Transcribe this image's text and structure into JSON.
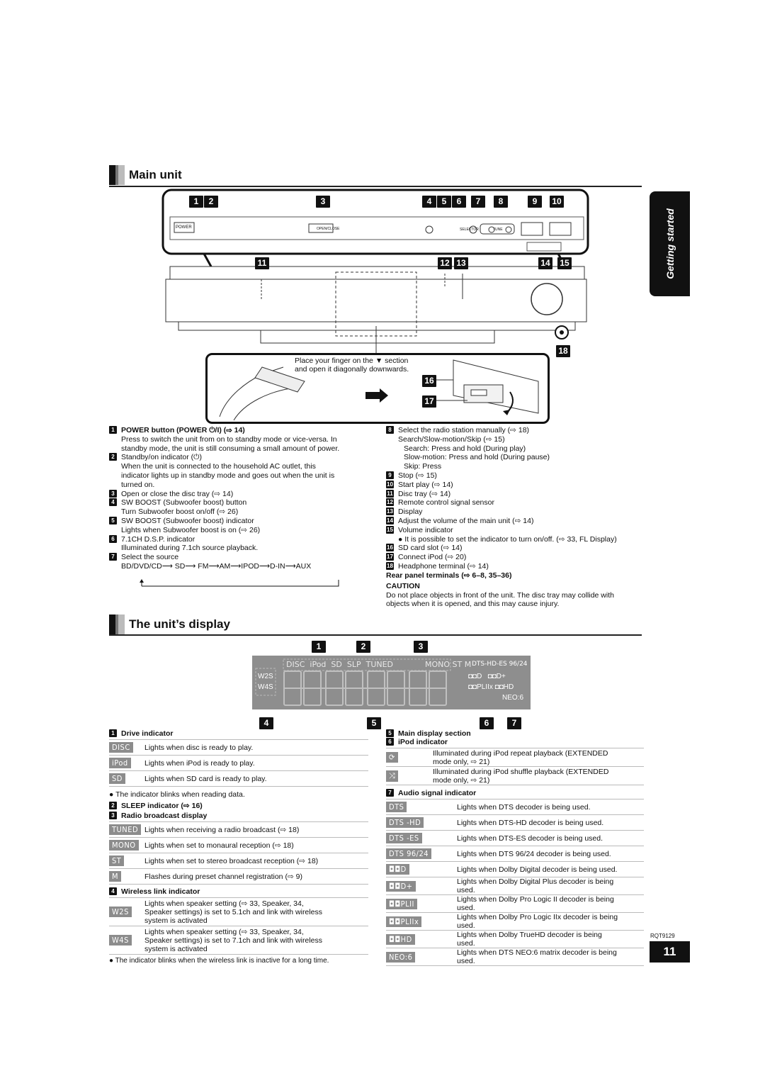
{
  "main_unit": {
    "title": "Main unit",
    "callout_numbers_top": [
      "1",
      "2",
      "3",
      "4",
      "5",
      "6",
      "7",
      "8",
      "9",
      "10"
    ],
    "callout_numbers_mid": [
      "11",
      "12",
      "13",
      "14",
      "15"
    ],
    "callout_numbers_low": [
      "16",
      "17",
      "18"
    ],
    "panel_labels": {
      "power": "POWER",
      "open_close": "OPEN/CLOSE",
      "selector": "SELECTOR",
      "tune": "TUNE"
    },
    "tray_note_line1": "Place your finger on the ▼ section",
    "tray_note_line2": "and open it diagonally downwards."
  },
  "side_tab": "Getting started",
  "left_desc": [
    {
      "n": "1",
      "t": "POWER button (POWER ⏻/I) (⇨ 14)",
      "bold": true
    },
    {
      "n": "",
      "t": "Press to switch the unit from on to standby mode or vice-versa. In"
    },
    {
      "n": "",
      "t": "standby mode, the unit is still consuming a small amount of power."
    },
    {
      "n": "2",
      "t": "Standby/on indicator (⏻)"
    },
    {
      "n": "",
      "t": "When the unit is connected to the household AC outlet, this"
    },
    {
      "n": "",
      "t": "indicator lights up in standby mode and goes out when the unit is"
    },
    {
      "n": "",
      "t": "turned on."
    },
    {
      "n": "3",
      "t": "Open or close the disc tray (⇨ 14)"
    },
    {
      "n": "4",
      "t": "SW BOOST (Subwoofer boost) button"
    },
    {
      "n": "",
      "t": "Turn Subwoofer boost on/off (⇨ 26)"
    },
    {
      "n": "5",
      "t": "SW BOOST (Subwoofer boost) indicator"
    },
    {
      "n": "",
      "t": "Lights when Subwoofer boost is on (⇨ 26)"
    },
    {
      "n": "6",
      "t": "7.1CH D.S.P. indicator"
    },
    {
      "n": "",
      "t": "Illuminated during 7.1ch source playback."
    },
    {
      "n": "7",
      "t": "Select the source"
    },
    {
      "n": "",
      "t": "BD/DVD/CD⟶ SD⟶ FM⟶AM⟶IPOD⟶D-IN⟶AUX"
    }
  ],
  "right_desc": [
    {
      "n": "8",
      "t": "Select the radio station manually (⇨ 18)"
    },
    {
      "n": "",
      "t": "Search/Slow-motion/Skip (⇨ 15)"
    },
    {
      "n": "",
      "t": "Search:          Press and hold (During play)",
      "extra": true
    },
    {
      "n": "",
      "t": "Slow-motion:  Press and hold (During pause)",
      "extra": true
    },
    {
      "n": "",
      "t": "Skip:              Press",
      "extra": true
    },
    {
      "n": "9",
      "t": "Stop (⇨ 15)"
    },
    {
      "n": "10",
      "t": "Start play (⇨ 14)"
    },
    {
      "n": "11",
      "t": "Disc tray (⇨ 14)"
    },
    {
      "n": "12",
      "t": "Remote control signal sensor"
    },
    {
      "n": "13",
      "t": "Display"
    },
    {
      "n": "14",
      "t": "Adjust the volume of the main unit (⇨ 14)"
    },
    {
      "n": "15",
      "t": "Volume indicator"
    },
    {
      "n": "",
      "t": "● It is possible to set the indicator to turn on/off. (⇨ 33, FL Display)"
    },
    {
      "n": "16",
      "t": "SD card slot (⇨ 14)"
    },
    {
      "n": "17",
      "t": "Connect iPod (⇨ 20)"
    },
    {
      "n": "18",
      "t": "Headphone terminal (⇨ 14)"
    },
    {
      "n": "",
      "t": "Rear panel terminals (⇨ 6–8, 35–36)",
      "bold": true,
      "flush": true
    }
  ],
  "caution": {
    "title": "CAUTION",
    "line1": "Do not place objects in front of the unit. The disc tray may collide with",
    "line2": "objects when it is opened, and this may cause injury."
  },
  "display": {
    "title": "The unit’s display",
    "top_nums": [
      "1",
      "2",
      "3"
    ],
    "bottom_nums": [
      "4",
      "5",
      "6",
      "7"
    ],
    "lcd_top": [
      "DISC",
      "iPod",
      "SD",
      "SLP",
      "TUNED",
      "MONO",
      "ST",
      "M",
      "DTS-HD-ES 96/24"
    ],
    "lcd_left": [
      "W2S",
      "W4S"
    ],
    "lcd_right": [
      "◘◘D",
      "◘◘D+",
      "◘◘PLIIx",
      "◘◘HD",
      "NEO:6"
    ]
  },
  "drive": {
    "head": "Drive indicator",
    "rows": [
      {
        "icon": "DISC",
        "text": "Lights when disc is ready to play."
      },
      {
        "icon": "iPod",
        "text": "Lights when iPod is ready to play."
      },
      {
        "icon": "SD",
        "text": "Lights when SD card is ready to play."
      }
    ],
    "note": "● The indicator blinks when reading data."
  },
  "sleep": "SLEEP indicator (⇨ 16)",
  "radio": {
    "head": "Radio broadcast display",
    "rows": [
      {
        "icon": "TUNED",
        "text": "Lights when receiving a radio broadcast (⇨ 18)"
      },
      {
        "icon": "MONO",
        "text": "Lights when set to monaural reception (⇨ 18)"
      },
      {
        "icon": "ST",
        "text": "Lights when set to stereo broadcast reception (⇨ 18)"
      },
      {
        "icon": "M",
        "text": "Flashes during preset channel registration (⇨ 9)"
      }
    ]
  },
  "wireless": {
    "head": "Wireless link indicator",
    "rows": [
      {
        "icon": "W2S",
        "l1": "Lights when speaker setting (⇨ 33, Speaker, 34,",
        "l2": "Speaker settings) is set to 5.1ch and link with wireless",
        "l3": "system is activated"
      },
      {
        "icon": "W4S",
        "l1": "Lights when speaker setting (⇨ 33, Speaker, 34,",
        "l2": "Speaker settings) is set to 7.1ch and link with wireless",
        "l3": "system is activated"
      }
    ],
    "note": "● The indicator blinks when the wireless link is inactive for a long time."
  },
  "main_display_section": "Main display section",
  "ipod": {
    "head": "iPod indicator",
    "rows": [
      {
        "icon": "⟳",
        "l1": "Illuminated during iPod repeat playback (EXTENDED",
        "l2": "mode only, ⇨ 21)"
      },
      {
        "icon": "⤨",
        "l1": "Illuminated during iPod shuffle playback (EXTENDED",
        "l2": "mode only, ⇨ 21)"
      }
    ]
  },
  "audio": {
    "head": "Audio signal indicator",
    "rows": [
      {
        "icon": "DTS",
        "l1": "Lights when DTS decoder is being used.",
        "l2": ""
      },
      {
        "icon": "DTS -HD",
        "l1": "Lights when DTS-HD decoder is being used.",
        "l2": ""
      },
      {
        "icon": "DTS     -ES",
        "l1": "Lights when DTS-ES decoder is being used.",
        "l2": ""
      },
      {
        "icon": "DTS       96/24",
        "l1": "Lights when DTS 96/24 decoder is being used.",
        "l2": ""
      },
      {
        "icon": "◘◘D",
        "l1": "Lights when Dolby Digital decoder is being used.",
        "l2": ""
      },
      {
        "icon": "◘◘D+",
        "l1": "Lights when Dolby Digital Plus decoder is being",
        "l2": "used."
      },
      {
        "icon": "◘◘PLII",
        "l1": "Lights when Dolby Pro Logic II decoder is being",
        "l2": "used."
      },
      {
        "icon": "◘◘PLIIx",
        "l1": "Lights when Dolby Pro Logic IIx decoder is being",
        "l2": "used."
      },
      {
        "icon": "◘◘HD",
        "l1": "Lights when Dolby TrueHD decoder is being",
        "l2": "used."
      },
      {
        "icon": "NEO:6",
        "l1": "Lights when DTS NEO:6 matrix decoder is being",
        "l2": "used."
      }
    ]
  },
  "model_code": "RQT9129",
  "page_number": "11"
}
